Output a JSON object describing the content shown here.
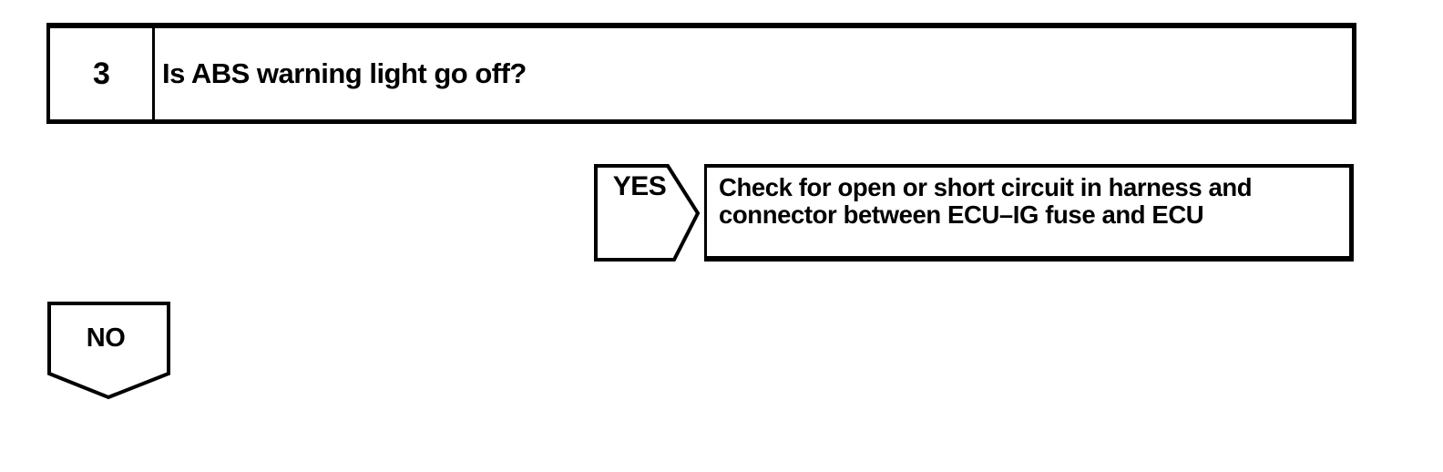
{
  "page": {
    "background": "#ffffff",
    "ink": "#000000"
  },
  "flowchart": {
    "step": {
      "number": "3",
      "question": "Is ABS warning light go off?"
    },
    "yes_branch": {
      "label": "YES",
      "action_lines": [
        "Check for open or short circuit in harness and",
        "connector between ECU–IG fuse and ECU"
      ]
    },
    "no_branch": {
      "label": "NO"
    }
  }
}
